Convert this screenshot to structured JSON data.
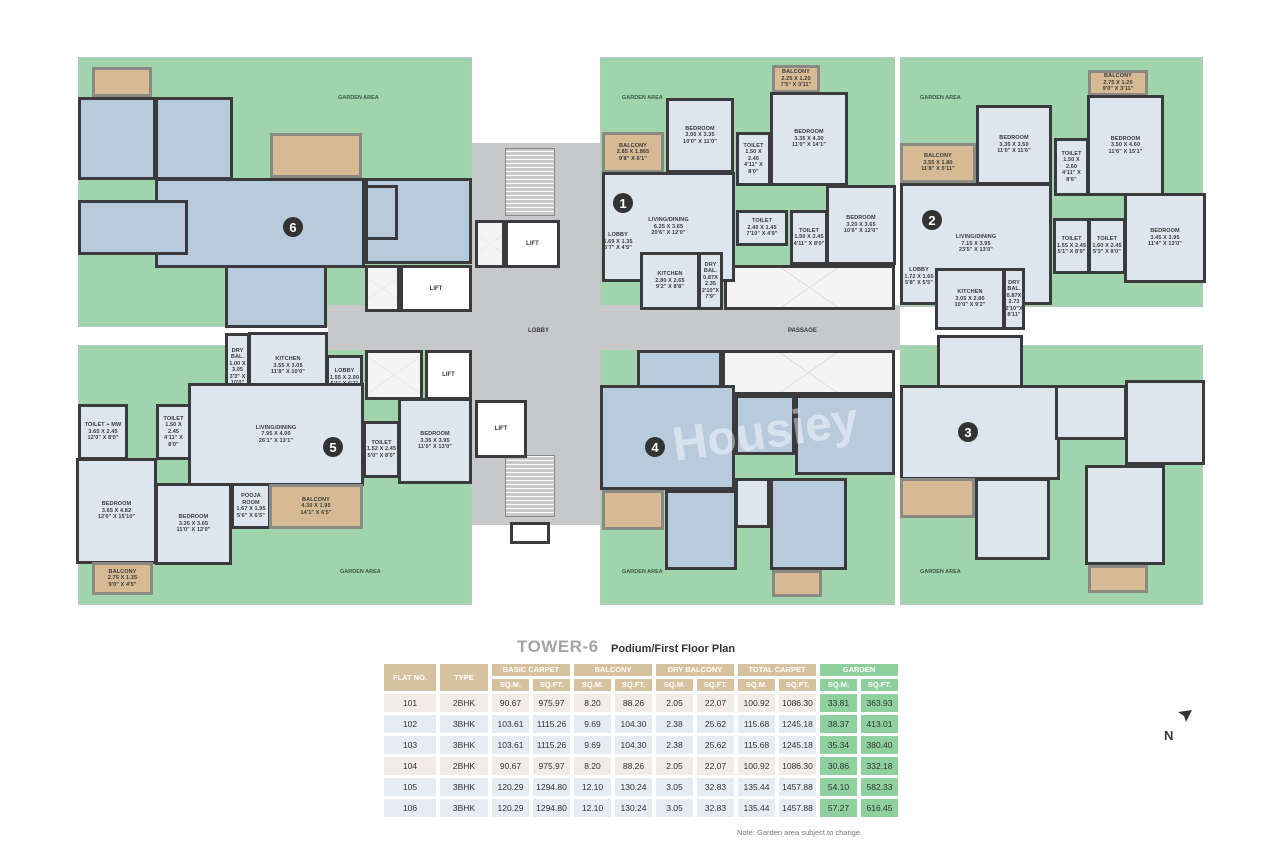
{
  "title": {
    "tower": "TOWER-6",
    "subtitle": "Podium/First Floor Plan"
  },
  "watermark": "Housiey",
  "plan": {
    "garden_label": "GARDEN AREA",
    "lobby_label": "LOBBY",
    "passage_label": "PASSAGE",
    "lift_label": "LIFT",
    "colors": {
      "garden": "#9fd4ad",
      "unit_light": "#dde6ef",
      "unit_dark": "#b8cbdd",
      "balcony": "#d6ba93",
      "common": "#c6c8ca",
      "wall": "#3b3b3d"
    },
    "units": {
      "u1": {
        "number": "1",
        "rooms": [
          [
            "BALCONY",
            "2.25 X 1.20",
            "7'5\" X 3'11\""
          ],
          [
            "BALCONY",
            "2.85 X 1.865",
            "9'8\" X 6'1\""
          ],
          [
            "BEDROOM",
            "3.05 X 3.35",
            "10'0\" X 11'0\""
          ],
          [
            "TOILET",
            "1.50 X 2.45",
            "4'11\" X 8'0\""
          ],
          [
            "BEDROOM",
            "3.35 X 4.30",
            "11'0\" X 14'1\""
          ],
          [
            "LIVING/DINING",
            "6.25 X 3.65",
            "20'6\" X 12'0\""
          ],
          [
            "KITCHEN",
            "2.80 X 2.65",
            "9'2\" X 8'8\""
          ],
          [
            "DRY BAL.",
            "0.87X 2.35",
            "2'10\"X 7'9\""
          ],
          [
            "TOILET",
            "2.40 X 1.45",
            "7'10\" X 4'9\""
          ],
          [
            "TOILET",
            "1.50 X 2.45",
            "4'11\" X 8'0\""
          ],
          [
            "BEDROOM",
            "3.20 X 3.65",
            "10'6\" X 12'0\""
          ],
          [
            "LOBBY",
            "1.69 X 1.35",
            "5'7\" X 4'5\""
          ]
        ]
      },
      "u2": {
        "number": "2",
        "rooms": [
          [
            "BALCONY",
            "2.75 X 1.20",
            "9'0\" X 3'11\""
          ],
          [
            "BALCONY",
            "3.55 X 1.80",
            "11'8\" X 5'11\""
          ],
          [
            "BEDROOM",
            "3.35 X 3.50",
            "11'0\" X 11'6\""
          ],
          [
            "TOILET",
            "1.50 X 2.60",
            "4'11\" X 8'6\""
          ],
          [
            "BEDROOM",
            "3.50 X 4.60",
            "11'6\" X 15'1\""
          ],
          [
            "LIVING/DINING",
            "7.15 X 3.95",
            "23'5\" X 13'0\""
          ],
          [
            "KITCHEN",
            "3.05 X 2.80",
            "10'0\" X 9'2\""
          ],
          [
            "DRY BAL.",
            "0.87X 2.73",
            "2'10\"X 8'11\""
          ],
          [
            "TOILET",
            "1.55 X 2.45",
            "5'1\" X 8'0\""
          ],
          [
            "TOILET",
            "1.60 X 2.45",
            "5'3\" X 8'0\""
          ],
          [
            "BEDROOM",
            "3.45 X 3.95",
            "11'4\" X 13'0\""
          ],
          [
            "LOBBY",
            "1.72 X 1.65",
            "5'8\" X 5'5\""
          ]
        ]
      },
      "u5": {
        "number": "5",
        "rooms": [
          [
            "DRY BAL.",
            "1.00 X 3.05",
            "3'3\" X 10'0\""
          ],
          [
            "KITCHEN",
            "3.55 X 3.05",
            "11'8\" X 10'0\""
          ],
          [
            "LOBBY",
            "1.55 X 2.00",
            "5'1\" X 6'7\""
          ],
          [
            "TOILET + MW",
            "3.65 X 2.45",
            "12'0\" X 8'0\""
          ],
          [
            "TOILET",
            "1.50 X 2.45",
            "4'11\" X 8'0\""
          ],
          [
            "LIVING/DINING",
            "7.95 X 4.00",
            "26'1\" X 13'1\""
          ],
          [
            "TOILET",
            "1.52 X 2.45",
            "5'0\" X 8'0\""
          ],
          [
            "BEDROOM",
            "3.35 X 3.95",
            "11'0\" X 13'0\""
          ],
          [
            "BEDROOM",
            "3.65 X 4.82",
            "12'0\" X 15'10\""
          ],
          [
            "BEDROOM",
            "3.35 X 3.65",
            "11'0\" X 12'0\""
          ],
          [
            "POOJA ROOM",
            "1.67 X 1.95",
            "5'6\" X 6'5\""
          ],
          [
            "BALCONY",
            "4.30 X 1.95",
            "14'1\" X 6'5\""
          ],
          [
            "BALCONY",
            "2.75 X 1.35",
            "9'0\" X 4'5\""
          ]
        ]
      },
      "u6": {
        "number": "6"
      },
      "u3": {
        "number": "3"
      },
      "u4": {
        "number": "4"
      }
    }
  },
  "table": {
    "headers": {
      "flat_no": "FLAT NO.",
      "type": "TYPE",
      "groups": [
        "BASIC CARPET",
        "BALCONY",
        "DRY BALCONY",
        "TOTAL CARPET",
        "GARDEN"
      ],
      "sqm": "SQ.M.",
      "sqft": "SQ.FT."
    },
    "rows": [
      [
        "101",
        "2BHK",
        "90.67",
        "975.97",
        "8.20",
        "88.26",
        "2.05",
        "22.07",
        "100.92",
        "1086.30",
        "33.81",
        "363.93"
      ],
      [
        "102",
        "3BHK",
        "103.61",
        "1115.26",
        "9.69",
        "104.30",
        "2.38",
        "25.62",
        "115.68",
        "1245.18",
        "38.37",
        "413.01"
      ],
      [
        "103",
        "3BHK",
        "103.61",
        "1115.26",
        "9.69",
        "104.30",
        "2.38",
        "25.62",
        "115.68",
        "1245.18",
        "35.34",
        "380.40"
      ],
      [
        "104",
        "2BHK",
        "90.67",
        "975.97",
        "8.20",
        "88.26",
        "2.05",
        "22.07",
        "100.92",
        "1086.30",
        "30.86",
        "332.18"
      ],
      [
        "105",
        "3BHK",
        "120.29",
        "1294.80",
        "12.10",
        "130.24",
        "3.05",
        "32.83",
        "135.44",
        "1457.88",
        "54.10",
        "582.33"
      ],
      [
        "106",
        "3BHK",
        "120.29",
        "1294.80",
        "12.10",
        "130.24",
        "3.05",
        "32.83",
        "135.44",
        "1457.88",
        "57.27",
        "616.45"
      ]
    ],
    "note": "Note: Garden area subject to change."
  },
  "compass": {
    "label": "N",
    "icon": "north-arrow-icon"
  }
}
